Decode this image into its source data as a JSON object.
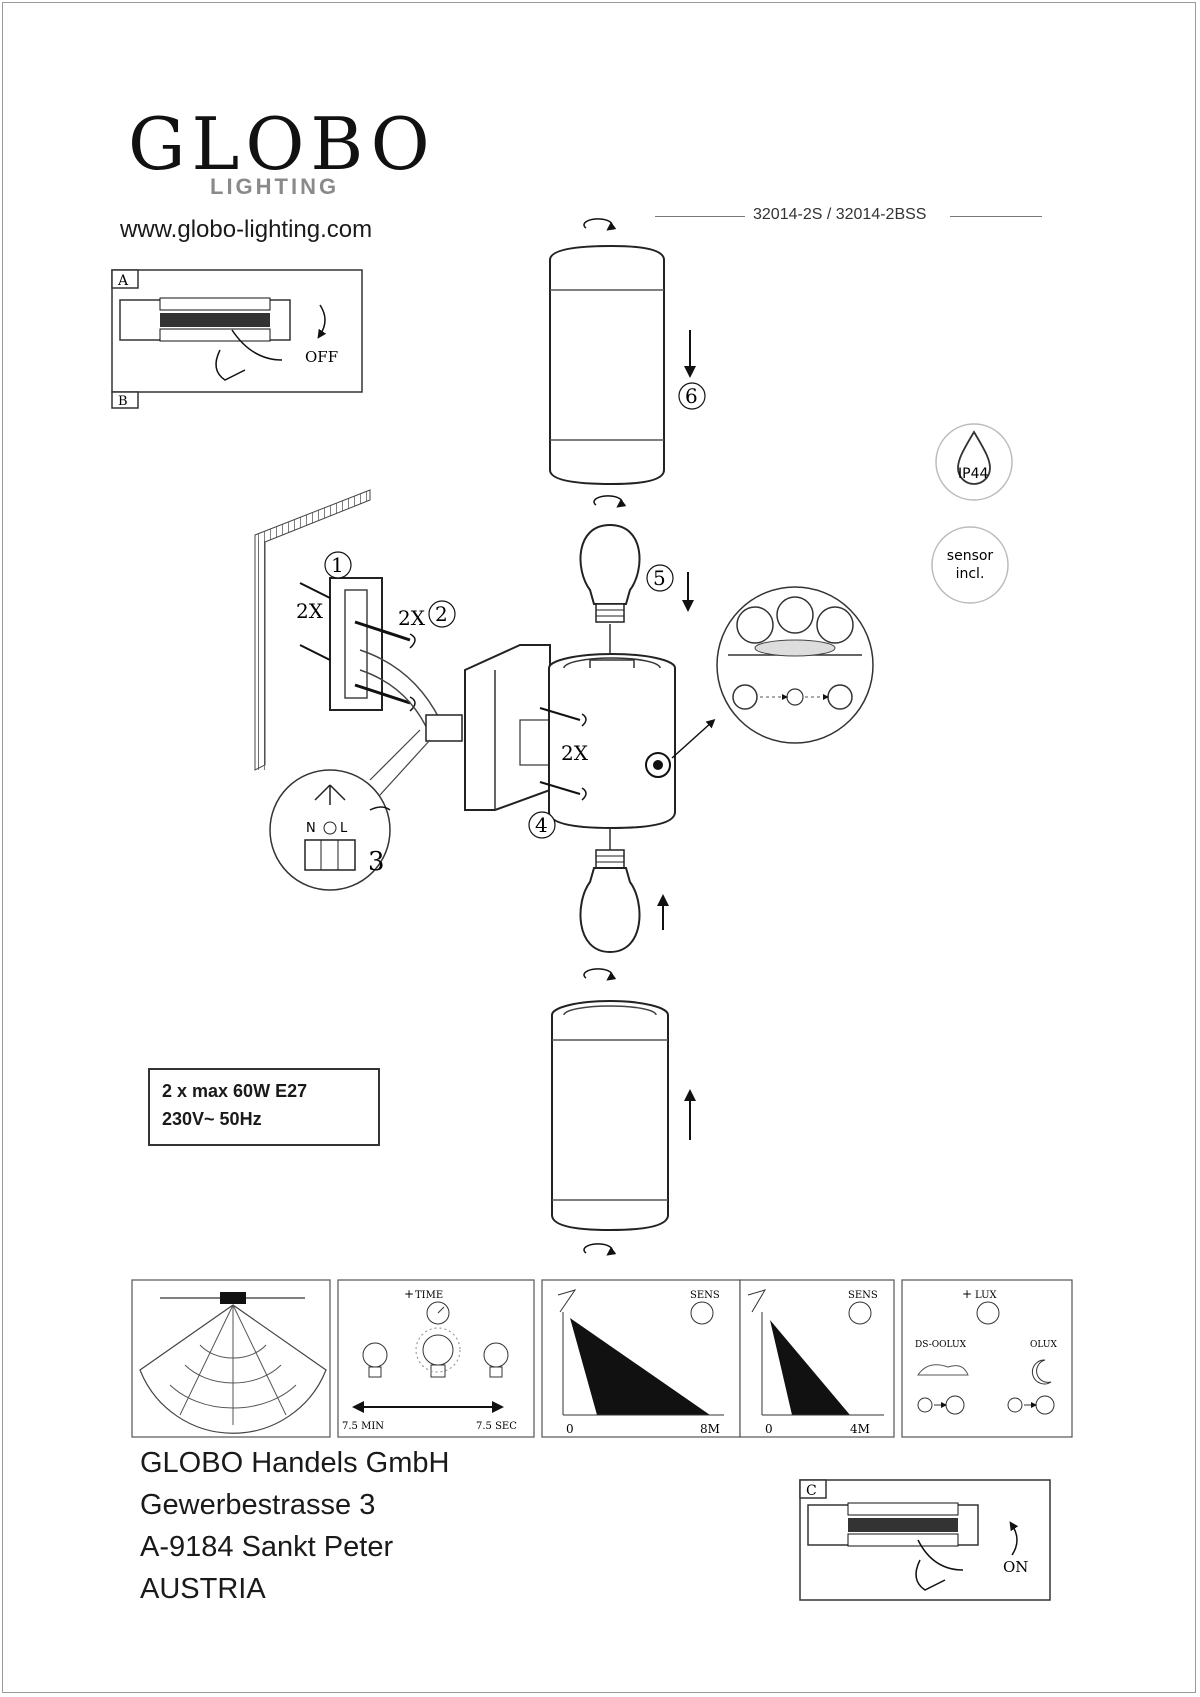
{
  "header": {
    "brand": "GLOBO",
    "brand_sub": "LIGHTING",
    "website": "www.globo-lighting.com",
    "model": "32014-2S / 32014-2BSS"
  },
  "panels": {
    "a_label": "A",
    "b_label": "B",
    "c_label": "C",
    "off_label": "OFF",
    "on_label": "ON"
  },
  "steps": {
    "s1": "1",
    "s2": "2",
    "s3": "3",
    "s4": "4",
    "s5": "5",
    "s6": "6",
    "qty_screws": "2X",
    "qty_anchors": "2X",
    "qty_shade_screws": "2X"
  },
  "wiring": {
    "n": "N",
    "l": "L"
  },
  "badges": {
    "ip": "IP44",
    "sensor_line1": "sensor",
    "sensor_line2": "incl."
  },
  "specs": {
    "line1": "2 x max 60W E27",
    "line2": "230V~ 50Hz"
  },
  "sensor_panels": {
    "time": "TIME",
    "time_min": "7.5 MIN",
    "time_max": "7.5 SEC",
    "sens": "SENS",
    "sens_origin": "0",
    "sens_far": "8M",
    "sens_near": "4M",
    "lux": "LUX",
    "lux_day": "DS-OOLUX",
    "lux_night": "OLUX"
  },
  "address": {
    "line1": "GLOBO Handels GmbH",
    "line2": "Gewerbestrasse 3",
    "line3": "A-9184 Sankt Peter",
    "line4": "AUSTRIA"
  }
}
